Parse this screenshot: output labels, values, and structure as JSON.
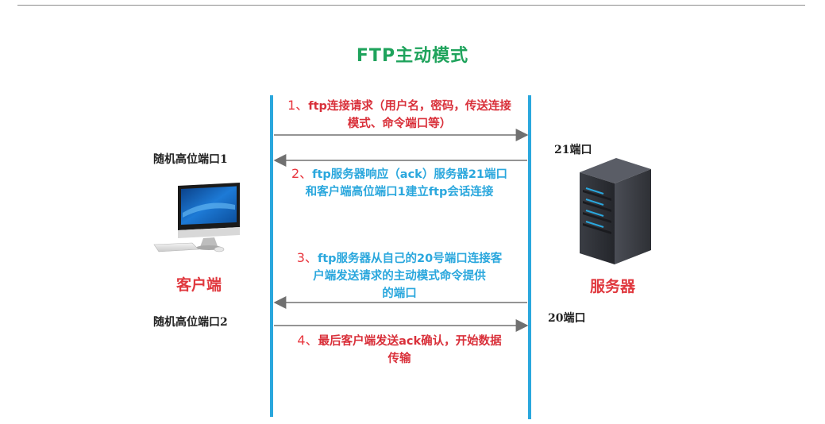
{
  "title": "FTP主动模式",
  "client": {
    "name": "客户端",
    "port_top": "随机高位端口1",
    "port_bottom": "随机高位端口2"
  },
  "server": {
    "name": "服务器",
    "port_top": "21端口",
    "port_bottom": "20端口"
  },
  "steps": [
    {
      "num": "1、",
      "lines": [
        "ftp连接请求（用户名，密码，传送连接",
        "模式、命令端口等）"
      ],
      "direction": "client-to-server"
    },
    {
      "num": "2、",
      "lines": [
        "ftp服务器响应（ack）服务器21端口",
        "和客户端高位端口1建立ftp会话连接"
      ],
      "direction": "server-to-client"
    },
    {
      "num": "3、",
      "lines": [
        "ftp服务器从自己的20号端口连接客",
        "户端发送请求的主动模式命令提供",
        "的端口"
      ],
      "direction": "server-to-client"
    },
    {
      "num": "4、",
      "lines": [
        "最后客户端发送ack确认，开始数据",
        "传输"
      ],
      "direction": "client-to-server"
    }
  ],
  "colors": {
    "title": "#1fa35c",
    "lifeline": "#2aa7dd",
    "red_text": "#d9303a",
    "blue_text": "#2aa7dd",
    "arrow": "#707070"
  }
}
